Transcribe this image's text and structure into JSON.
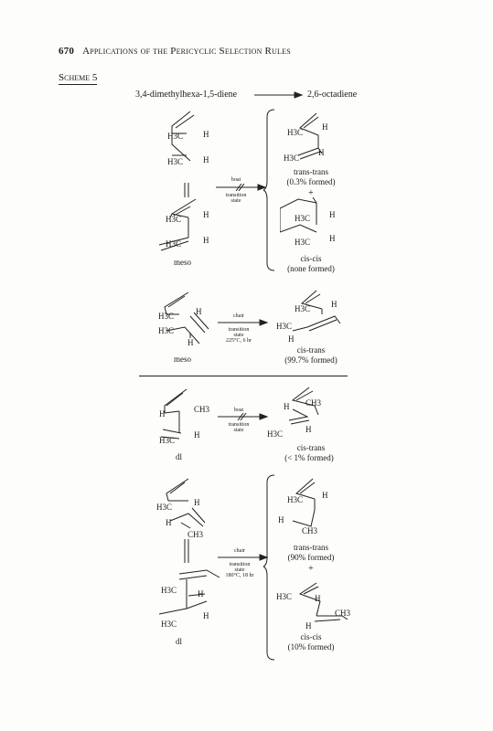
{
  "header": {
    "page_number": "670",
    "title": "Applications of the Pericyclic Selection Rules"
  },
  "scheme_label": "Scheme 5",
  "reaction": {
    "reactant": "3,4-dimethylhexa-1,5-diene",
    "product": "2,6-octadiene"
  },
  "labels": {
    "h": "H",
    "h3c": "H3C",
    "ch3": "CH3",
    "meso": "meso",
    "dl": "dl",
    "plus": "+"
  },
  "block1": {
    "cond_top": "boat",
    "cond_mid": "transition",
    "cond_bot": "state",
    "prod1_name": "trans-trans",
    "prod1_yield": "(0.3% formed)",
    "prod2_name": "cis-cis",
    "prod2_yield": "(none formed)"
  },
  "block2": {
    "cond_top": "chair",
    "cond_mid": "transition",
    "cond_bot": "state",
    "cond_extra": "225°C, 6 hr",
    "prod_name": "cis-trans",
    "prod_yield": "(99.7% formed)"
  },
  "block3": {
    "cond_top": "boat",
    "cond_mid": "transition",
    "cond_bot": "state",
    "prod_name": "cis-trans",
    "prod_yield": "(< 1% formed)"
  },
  "block4": {
    "cond_top": "chair",
    "cond_mid": "transition",
    "cond_bot": "state",
    "cond_extra": "180°C, 18 hr",
    "prod1_name": "trans-trans",
    "prod1_yield": "(90% formed)",
    "prod2_name": "cis-cis",
    "prod2_yield": "(10% formed)"
  }
}
